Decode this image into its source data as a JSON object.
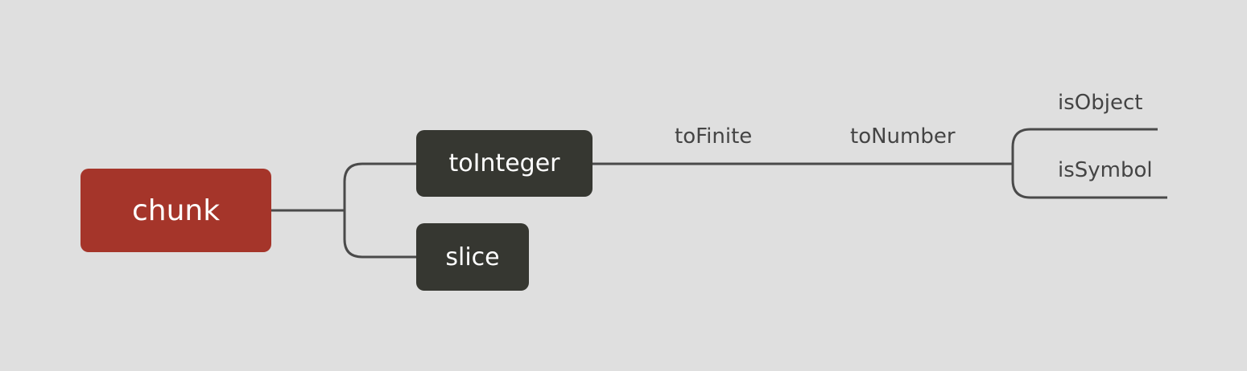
{
  "diagram": {
    "root": {
      "label": "chunk",
      "color": "#a5352a"
    },
    "children": [
      {
        "label": "toInteger",
        "color": "#363731",
        "chain": [
          {
            "label": "toFinite"
          },
          {
            "label": "toNumber",
            "children": [
              {
                "label": "isObject"
              },
              {
                "label": "isSymbol"
              }
            ]
          }
        ]
      },
      {
        "label": "slice",
        "color": "#363731"
      }
    ],
    "connector_color": "#4a4a4a",
    "background": "#dfdfdf"
  }
}
